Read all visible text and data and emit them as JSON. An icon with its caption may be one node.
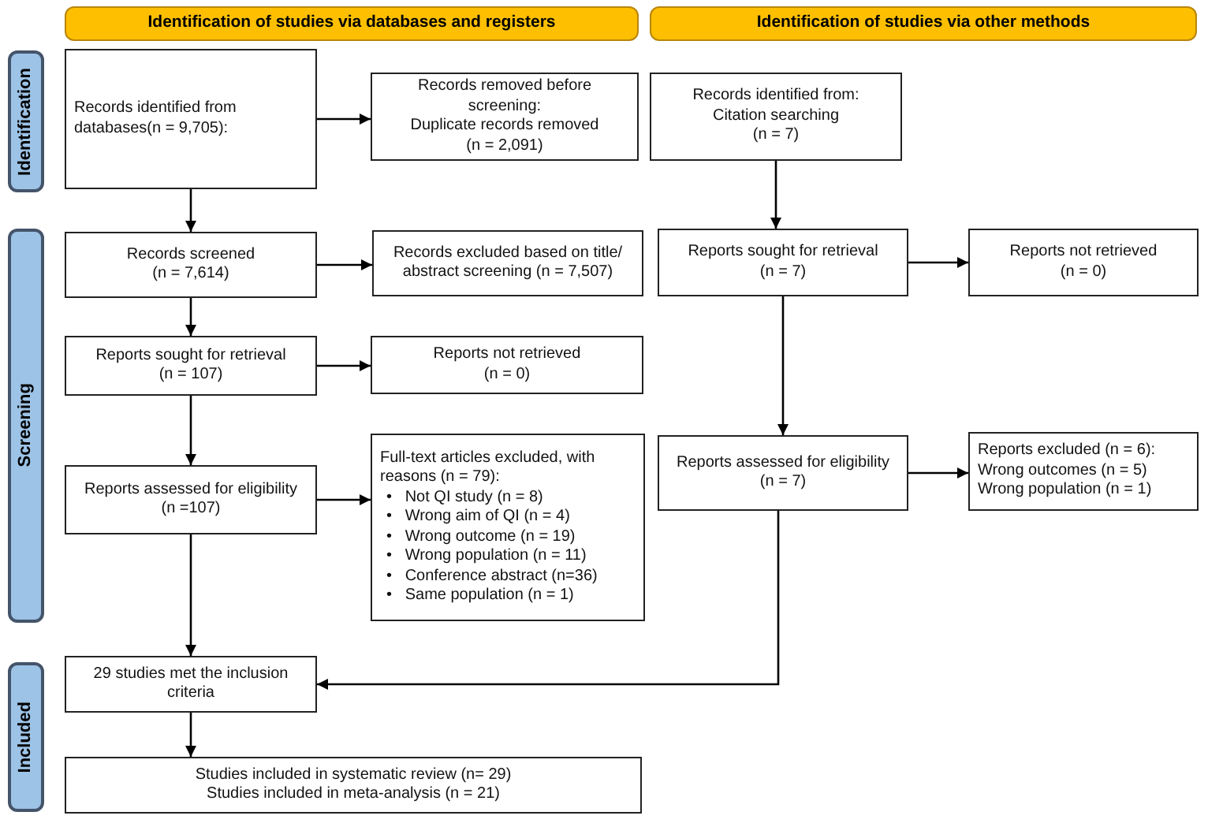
{
  "diagram": {
    "nodes": [
      {
        "text": [
          "Identification of studies via databases and registers"
        ]
      },
      {
        "text": [
          "Identification of studies via other methods"
        ]
      },
      {
        "text": [
          "Identification"
        ]
      },
      {
        "text": [
          "Screening"
        ]
      },
      {
        "text": [
          "Included"
        ]
      },
      {
        "text": [
          "Records identified from databases(n = 9,705):"
        ]
      },
      {
        "text": [
          "Records removed before screening:",
          "Duplicate records removed",
          "(n = 2,091)"
        ]
      },
      {
        "text": [
          "Records identified from:",
          "Citation searching",
          "(n = 7)"
        ]
      },
      {
        "text": [
          "Records screened",
          "(n = 7,614)"
        ]
      },
      {
        "text": [
          "Records excluded based on title/ abstract screening (n = 7,507)"
        ]
      },
      {
        "text": [
          "Reports sought for retrieval",
          "(n = 7)"
        ]
      },
      {
        "text": [
          "Reports not retrieved",
          "(n = 0)"
        ]
      },
      {
        "text": [
          "Reports sought for retrieval",
          "(n = 107)"
        ]
      },
      {
        "text": [
          "Reports not retrieved",
          "(n = 0)"
        ]
      },
      {
        "text": [
          "Reports assessed for eligibility",
          "(n =107)"
        ]
      },
      {
        "text": [
          "Full-text articles excluded, with reasons (n = 79):",
          "•   Not QI study (n = 8)",
          "•   Wrong aim of QI (n = 4)",
          "•   Wrong outcome (n = 19)",
          "•   Wrong population (n = 11)",
          "•   Conference abstract (n=36)",
          "•   Same population (n = 1)"
        ]
      },
      {
        "text": [
          "Reports assessed for eligibility",
          "(n = 7)"
        ]
      },
      {
        "text": [
          "Reports excluded (n = 6):",
          "Wrong outcomes (n = 5)",
          "Wrong population (n = 1)"
        ]
      },
      {
        "text": [
          "29 studies met the inclusion criteria"
        ]
      },
      {
        "text": [
          "Studies included in systematic review (n= 29)",
          "Studies included in meta-analysis (n = 21)"
        ]
      }
    ],
    "edges": [
      {
        "from": 5,
        "to": 6,
        "arrow": "to"
      },
      {
        "from": 5,
        "to": 8,
        "arrow": "to"
      },
      {
        "from": 8,
        "to": 9,
        "arrow": "to"
      },
      {
        "from": 8,
        "to": 12,
        "arrow": "to"
      },
      {
        "from": 12,
        "to": 13,
        "arrow": "to"
      },
      {
        "from": 12,
        "to": 14,
        "arrow": "to"
      },
      {
        "from": 14,
        "to": 15,
        "arrow": "to"
      },
      {
        "from": 14,
        "to": 18,
        "arrow": "to"
      },
      {
        "from": 18,
        "to": 19,
        "arrow": "to"
      },
      {
        "from": 7,
        "to": 10,
        "arrow": "to"
      },
      {
        "from": 10,
        "to": 11,
        "arrow": "to"
      },
      {
        "from": 10,
        "to": 16,
        "arrow": "to"
      },
      {
        "from": 16,
        "to": 17,
        "arrow": "to"
      },
      {
        "from": 16,
        "to": 18,
        "arrow": "to"
      }
    ]
  }
}
